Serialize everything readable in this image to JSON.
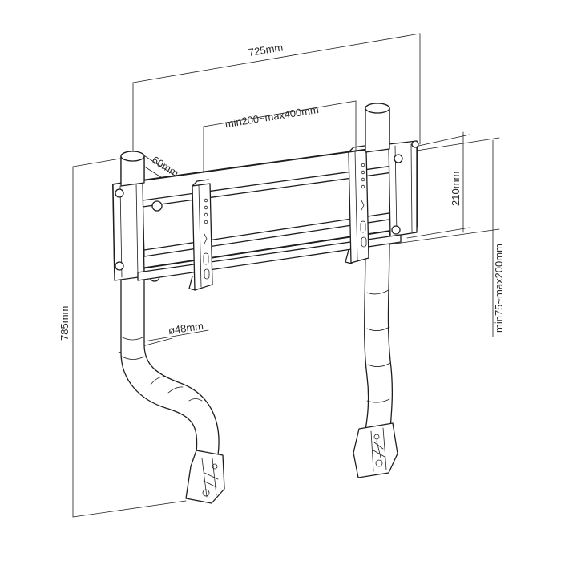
{
  "dimensions": {
    "overall_width": "725mm",
    "vesa_width": "min200~max400mm",
    "tube_offset": "60mm",
    "vesa_height": "210mm",
    "height_range": "min75~max200mm",
    "total_height": "785mm",
    "tube_diameter": "ø48mm"
  }
}
